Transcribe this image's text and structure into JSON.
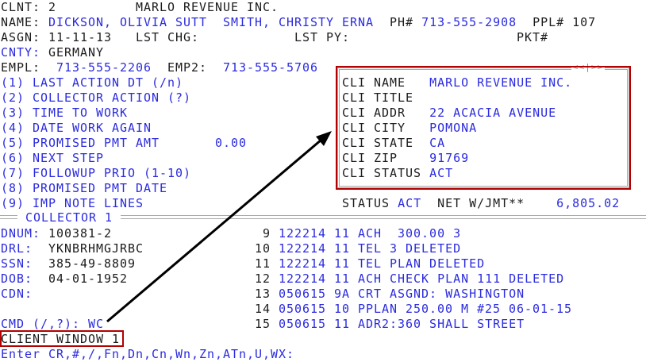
{
  "colors": {
    "text": "#1c1c1c",
    "field": "#2b2be0",
    "annotation": "#b30000",
    "arrow": "#000000"
  },
  "lines": [
    [
      {
        "t": "CLNT: 2          MARLO REVENUE INC.",
        "c": "k"
      }
    ],
    [
      {
        "t": "NAME: ",
        "c": "k"
      },
      {
        "t": "DICKSON, OLIVIA SUTT  SMITH, CHRISTY ERNA",
        "c": "b"
      },
      {
        "t": "  PH# ",
        "c": "k"
      },
      {
        "t": "713-555-2908",
        "c": "b"
      },
      {
        "t": "  PPL# 107",
        "c": "k"
      }
    ],
    [
      {
        "t": "ASGN: 11-11-13   LST CHG:            LST PY:                     PKT#",
        "c": "k"
      }
    ],
    [
      {
        "t": "CNTY:",
        "c": "b"
      },
      {
        "t": " GERMANY",
        "c": "k"
      }
    ],
    [
      {
        "t": "EMPL:  ",
        "c": "k"
      },
      {
        "t": "713-555-2206",
        "c": "b"
      },
      {
        "t": "  EMP2:  ",
        "c": "k"
      },
      {
        "t": "713-555-5706",
        "c": "b"
      }
    ],
    [
      {
        "t": "(1) LAST ACTION DT (/n)                    ",
        "c": "b"
      },
      {
        "t": "CLI NAME   ",
        "c": "k"
      },
      {
        "t": "MARLO REVENUE INC.",
        "c": "b"
      }
    ],
    [
      {
        "t": "(2) COLLECTOR ACTION (?)                   ",
        "c": "b"
      },
      {
        "t": "CLI TITLE",
        "c": "k"
      }
    ],
    [
      {
        "t": "(3) TIME TO WORK                           ",
        "c": "b"
      },
      {
        "t": "CLI ADDR   ",
        "c": "k"
      },
      {
        "t": "22 ACACIA AVENUE",
        "c": "b"
      }
    ],
    [
      {
        "t": "(4) DATE WORK AGAIN                        ",
        "c": "b"
      },
      {
        "t": "CLI CITY   ",
        "c": "k"
      },
      {
        "t": "POMONA",
        "c": "b"
      }
    ],
    [
      {
        "t": "(5) PROMISED PMT AMT       0.00            ",
        "c": "b"
      },
      {
        "t": "CLI STATE  ",
        "c": "k"
      },
      {
        "t": "CA",
        "c": "b"
      }
    ],
    [
      {
        "t": "(6) NEXT STEP                              ",
        "c": "b"
      },
      {
        "t": "CLI ZIP    ",
        "c": "k"
      },
      {
        "t": "91769",
        "c": "b"
      }
    ],
    [
      {
        "t": "(7) FOLLOWUP PRIO (1-10)                   ",
        "c": "b"
      },
      {
        "t": "CLI STATUS ",
        "c": "k"
      },
      {
        "t": "ACT",
        "c": "b"
      }
    ],
    [
      {
        "t": "(8) PROMISED PMT DATE",
        "c": "b"
      }
    ],
    [
      {
        "t": "(9) IMP NOTE LINES                         ",
        "c": "b"
      },
      {
        "t": "STATUS ",
        "c": "k"
      },
      {
        "t": "ACT",
        "c": "b"
      },
      {
        "t": "  NET W/JMT**",
        "c": "k"
      },
      {
        "t": "    6,805.02",
        "c": "b"
      }
    ],
    [],
    [
      {
        "t": "DNUM:",
        "c": "b"
      },
      {
        "t": " 100381-2                   9",
        "c": "k"
      },
      {
        "t": " 122214 11 ACH  300.00 3",
        "c": "b"
      }
    ],
    [
      {
        "t": "DRL:",
        "c": "b"
      },
      {
        "t": "  YKNBRHMGJRBC              10",
        "c": "k"
      },
      {
        "t": " 122214 11 TEL 3 DELETED",
        "c": "b"
      }
    ],
    [
      {
        "t": "SSN:",
        "c": "b"
      },
      {
        "t": "  385-49-8809               11",
        "c": "k"
      },
      {
        "t": " 122214 11 TEL PLAN DELETED",
        "c": "b"
      }
    ],
    [
      {
        "t": "DOB:",
        "c": "b"
      },
      {
        "t": "  04-01-1952                12",
        "c": "k"
      },
      {
        "t": " 122214 11 ACH CHECK PLAN 111 DELETED",
        "c": "b"
      }
    ],
    [
      {
        "t": "CDN:",
        "c": "b"
      },
      {
        "t": "                            13",
        "c": "k"
      },
      {
        "t": " 050615 9A CRT ASGND: WASHINGTON",
        "c": "b"
      }
    ],
    [
      {
        "t": "                                14",
        "c": "k"
      },
      {
        "t": " 050615 10 PPLAN 250.00 M #25 06-01-15",
        "c": "b"
      }
    ],
    [
      {
        "t": "CMD (/,?): WC",
        "c": "b"
      },
      {
        "t": "                   15",
        "c": "k"
      },
      {
        "t": " 050615 11 ADR2:360 SHALL STREET",
        "c": "b"
      }
    ],
    [
      {
        "t": "CLIENT WINDOW 1",
        "c": "k"
      }
    ],
    [
      {
        "t": "Enter CR,#,/,Fn,Dn,Cn,Wn,Zn,ATn,U,WX:",
        "c": "b"
      }
    ]
  ],
  "separator": {
    "label": " COLLECTOR 1 "
  },
  "dialog": {
    "nav_left": "<<",
    "nav_bar": "|",
    "nav_right": ">>"
  }
}
